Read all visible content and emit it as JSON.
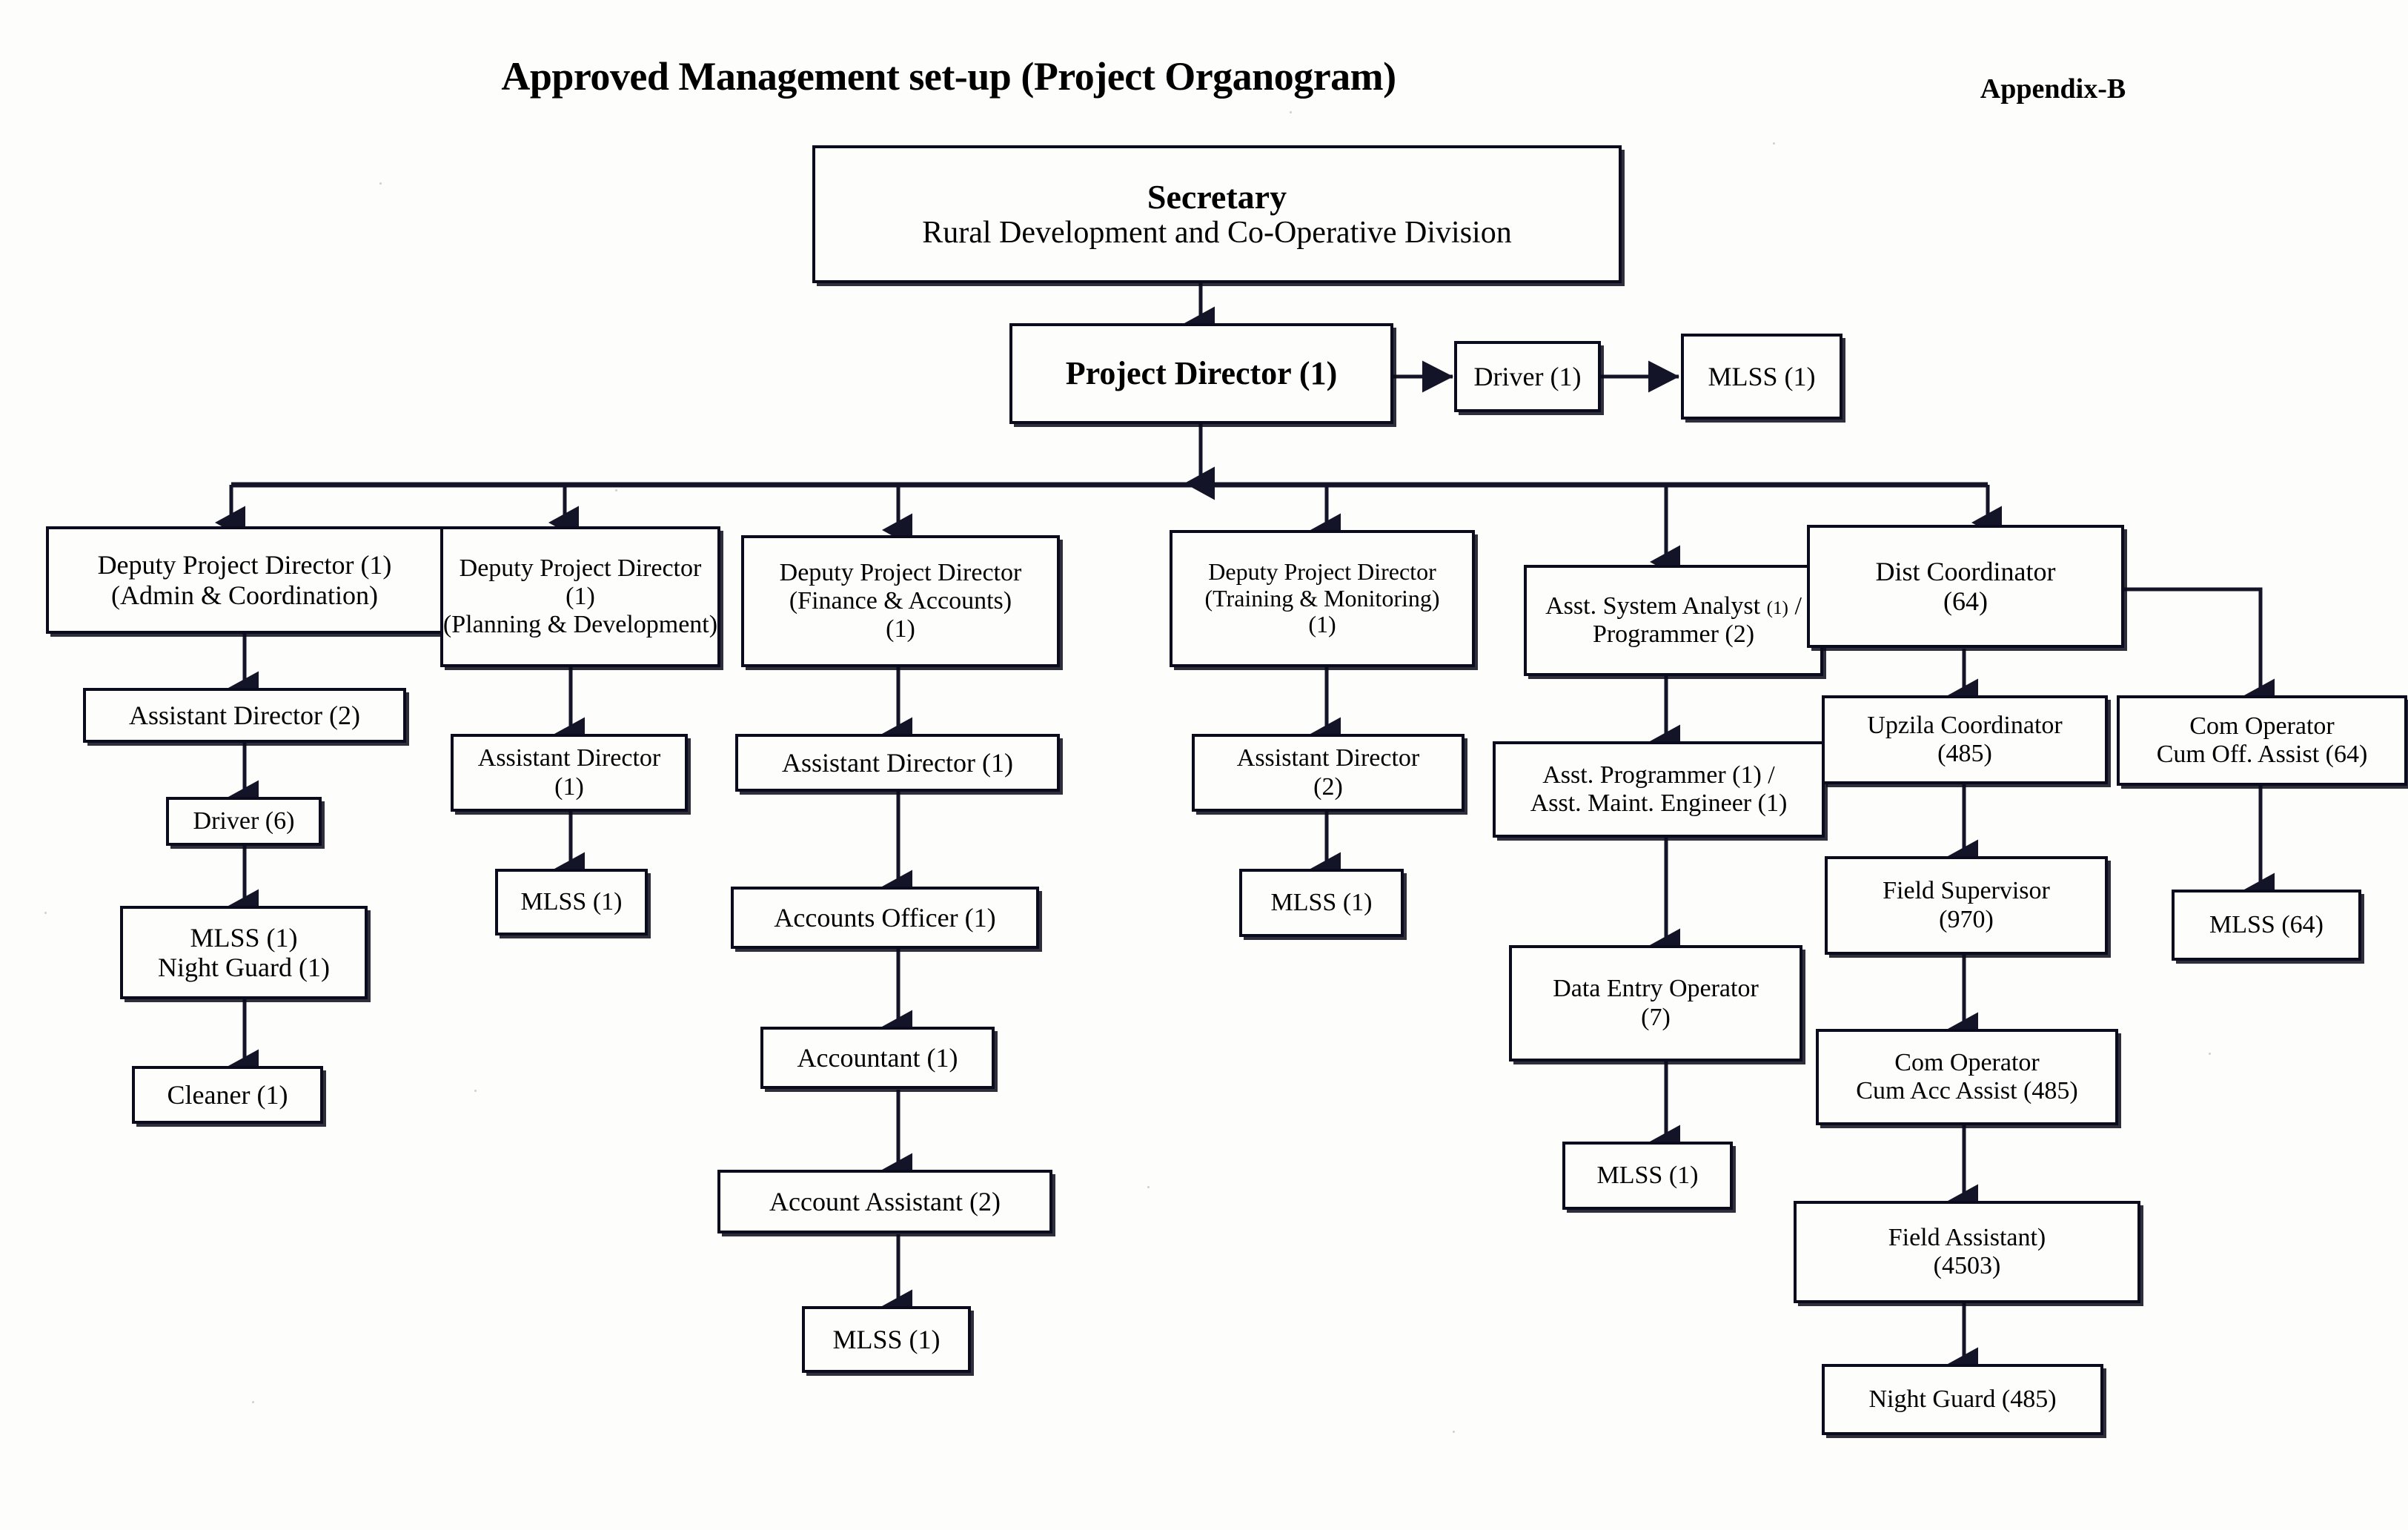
{
  "header": {
    "title": "Approved Management set-up (Project Organogram)",
    "appendix": "Appendix-B"
  },
  "chart_data": {
    "type": "diagram",
    "title": "Approved Management set-up (Project Organogram)",
    "subtitle": "Appendix-B",
    "diagram_kind": "organization-chart",
    "nodes": [
      {
        "id": "secretary",
        "lines": [
          "Secretary",
          "Rural Development and Co-Operative Division"
        ],
        "count": null
      },
      {
        "id": "project-director",
        "lines": [
          "Project Director (1)"
        ],
        "count": 1
      },
      {
        "id": "pd-driver",
        "lines": [
          "Driver (1)"
        ],
        "count": 1
      },
      {
        "id": "pd-mlss",
        "lines": [
          "MLSS (1)"
        ],
        "count": 1
      },
      {
        "id": "dpd-admin",
        "lines": [
          "Deputy Project Director (1)",
          "(Admin & Coordination)"
        ],
        "count": 1
      },
      {
        "id": "dpd-planning",
        "lines": [
          "Deputy Project Director",
          "(1)",
          "(Planning & Development)"
        ],
        "count": 1
      },
      {
        "id": "dpd-finance",
        "lines": [
          "Deputy Project Director",
          "(Finance & Accounts)",
          "(1)"
        ],
        "count": 1
      },
      {
        "id": "dpd-training",
        "lines": [
          "Deputy Project Director",
          "(Training & Monitoring)",
          "(1)"
        ],
        "count": 1
      },
      {
        "id": "system-analyst",
        "lines": [
          "Asst. System Analyst (1) /",
          "Programmer (2)"
        ],
        "count": 2
      },
      {
        "id": "dist-coordinator",
        "lines": [
          "Dist Coordinator",
          "(64)"
        ],
        "count": 64
      },
      {
        "id": "admin-assistant-director",
        "lines": [
          "Assistant Director (2)"
        ],
        "count": 2
      },
      {
        "id": "admin-driver",
        "lines": [
          "Driver (6)"
        ],
        "count": 6
      },
      {
        "id": "admin-mlss-nightguard",
        "lines": [
          "MLSS (1)",
          "Night Guard (1)"
        ],
        "count": 2
      },
      {
        "id": "admin-cleaner",
        "lines": [
          "Cleaner (1)"
        ],
        "count": 1
      },
      {
        "id": "planning-assistant-director",
        "lines": [
          "Assistant Director",
          "(1)"
        ],
        "count": 1
      },
      {
        "id": "planning-mlss",
        "lines": [
          "MLSS (1)"
        ],
        "count": 1
      },
      {
        "id": "finance-assistant-director",
        "lines": [
          "Assistant Director (1)"
        ],
        "count": 1
      },
      {
        "id": "accounts-officer",
        "lines": [
          "Accounts Officer (1)"
        ],
        "count": 1
      },
      {
        "id": "accountant",
        "lines": [
          "Accountant (1)"
        ],
        "count": 1
      },
      {
        "id": "account-assistant",
        "lines": [
          "Account Assistant (2)"
        ],
        "count": 2
      },
      {
        "id": "finance-mlss",
        "lines": [
          "MLSS (1)"
        ],
        "count": 1
      },
      {
        "id": "training-assistant-director",
        "lines": [
          "Assistant Director",
          "(2)"
        ],
        "count": 2
      },
      {
        "id": "training-mlss",
        "lines": [
          "MLSS (1)"
        ],
        "count": 1
      },
      {
        "id": "asst-programmer",
        "lines": [
          "Asst. Programmer (1) /",
          "Asst. Maint. Engineer (1)"
        ],
        "count": 2
      },
      {
        "id": "data-entry-operator",
        "lines": [
          "Data Entry Operator",
          "(7)"
        ],
        "count": 7
      },
      {
        "id": "it-mlss",
        "lines": [
          "MLSS (1)"
        ],
        "count": 1
      },
      {
        "id": "upzila-coordinator",
        "lines": [
          "Upzila Coordinator",
          "(485)"
        ],
        "count": 485
      },
      {
        "id": "field-supervisor",
        "lines": [
          "Field Supervisor",
          "(970)"
        ],
        "count": 970
      },
      {
        "id": "com-operator-acc",
        "lines": [
          "Com Operator",
          "Cum Acc Assist (485)"
        ],
        "count": 485
      },
      {
        "id": "field-assistant",
        "lines": [
          "Field Assistant)",
          "(4503)"
        ],
        "count": 4503
      },
      {
        "id": "night-guard",
        "lines": [
          "Night Guard (485)"
        ],
        "count": 485
      },
      {
        "id": "com-operator-off",
        "lines": [
          "Com Operator",
          "Cum Off. Assist (64)"
        ],
        "count": 64
      },
      {
        "id": "off-mlss",
        "lines": [
          "MLSS (64)"
        ],
        "count": 64
      }
    ],
    "edges": [
      [
        "secretary",
        "project-director"
      ],
      [
        "project-director",
        "pd-driver"
      ],
      [
        "pd-driver",
        "pd-mlss"
      ],
      [
        "project-director",
        "dpd-admin"
      ],
      [
        "project-director",
        "dpd-planning"
      ],
      [
        "project-director",
        "dpd-finance"
      ],
      [
        "project-director",
        "dpd-training"
      ],
      [
        "project-director",
        "system-analyst"
      ],
      [
        "project-director",
        "dist-coordinator"
      ],
      [
        "dpd-admin",
        "admin-assistant-director"
      ],
      [
        "admin-assistant-director",
        "admin-driver"
      ],
      [
        "admin-driver",
        "admin-mlss-nightguard"
      ],
      [
        "admin-mlss-nightguard",
        "admin-cleaner"
      ],
      [
        "dpd-planning",
        "planning-assistant-director"
      ],
      [
        "planning-assistant-director",
        "planning-mlss"
      ],
      [
        "dpd-finance",
        "finance-assistant-director"
      ],
      [
        "finance-assistant-director",
        "accounts-officer"
      ],
      [
        "accounts-officer",
        "accountant"
      ],
      [
        "accountant",
        "account-assistant"
      ],
      [
        "account-assistant",
        "finance-mlss"
      ],
      [
        "dpd-training",
        "training-assistant-director"
      ],
      [
        "training-assistant-director",
        "training-mlss"
      ],
      [
        "system-analyst",
        "asst-programmer"
      ],
      [
        "asst-programmer",
        "data-entry-operator"
      ],
      [
        "data-entry-operator",
        "it-mlss"
      ],
      [
        "dist-coordinator",
        "upzila-coordinator"
      ],
      [
        "upzila-coordinator",
        "field-supervisor"
      ],
      [
        "field-supervisor",
        "com-operator-acc"
      ],
      [
        "com-operator-acc",
        "field-assistant"
      ],
      [
        "field-assistant",
        "night-guard"
      ],
      [
        "dist-coordinator",
        "com-operator-off"
      ],
      [
        "com-operator-off",
        "off-mlss"
      ]
    ]
  },
  "nodes": {
    "secretary": {
      "l1": "Secretary",
      "l2": "Rural Development and Co-Operative Division"
    },
    "project_director": {
      "l1": "Project Director (1)"
    },
    "pd_driver": {
      "l1": "Driver (1)"
    },
    "pd_mlss": {
      "l1": "MLSS (1)"
    },
    "dpd_admin": {
      "l1": "Deputy Project Director (1)",
      "l2": "(Admin & Coordination)"
    },
    "dpd_planning": {
      "l1": "Deputy Project Director",
      "l2": "(1)",
      "l3": "(Planning & Development)"
    },
    "dpd_finance": {
      "l1": "Deputy Project Director",
      "l2": "(Finance & Accounts)",
      "l3": "(1)"
    },
    "dpd_training": {
      "l1": "Deputy Project Director",
      "l2": "(Training & Monitoring)",
      "l3": "(1)"
    },
    "system_analyst": {
      "l1a": "Asst. System Analyst ",
      "l1b": "(1)",
      "l1c": " /",
      "l2": "Programmer (2)"
    },
    "dist_coordinator": {
      "l1": "Dist Coordinator",
      "l2": "(64)"
    },
    "admin_assistant_director": {
      "l1": "Assistant Director (2)"
    },
    "admin_driver": {
      "l1": "Driver (6)"
    },
    "admin_mlss_nightguard": {
      "l1": "MLSS (1)",
      "l2": "Night Guard (1)"
    },
    "admin_cleaner": {
      "l1": "Cleaner (1)"
    },
    "planning_assistant_director": {
      "l1": "Assistant Director",
      "l2": "(1)"
    },
    "planning_mlss": {
      "l1": "MLSS (1)"
    },
    "finance_assistant_director": {
      "l1": "Assistant Director (1)"
    },
    "accounts_officer": {
      "l1": "Accounts Officer (1)"
    },
    "accountant": {
      "l1": "Accountant (1)"
    },
    "account_assistant": {
      "l1": "Account Assistant (2)"
    },
    "finance_mlss": {
      "l1": "MLSS (1)"
    },
    "training_assistant_director": {
      "l1": "Assistant Director",
      "l2": "(2)"
    },
    "training_mlss": {
      "l1": "MLSS (1)"
    },
    "asst_programmer": {
      "l1": "Asst. Programmer (1) /",
      "l2": "Asst. Maint. Engineer (1)"
    },
    "data_entry_operator": {
      "l1": "Data Entry Operator",
      "l2": "(7)"
    },
    "it_mlss": {
      "l1": "MLSS (1)"
    },
    "upzila_coordinator": {
      "l1": "Upzila Coordinator",
      "l2": "(485)"
    },
    "field_supervisor": {
      "l1": "Field Supervisor",
      "l2": "(970)"
    },
    "com_operator_acc": {
      "l1": "Com Operator",
      "l2": "Cum Acc Assist (485)"
    },
    "field_assistant": {
      "l1": "Field Assistant)",
      "l2": "(4503)"
    },
    "night_guard": {
      "l1": "Night Guard (485)"
    },
    "com_operator_off": {
      "l1": "Com Operator",
      "l2": "Cum Off. Assist (64)"
    },
    "off_mlss": {
      "l1": "MLSS (64)"
    }
  }
}
